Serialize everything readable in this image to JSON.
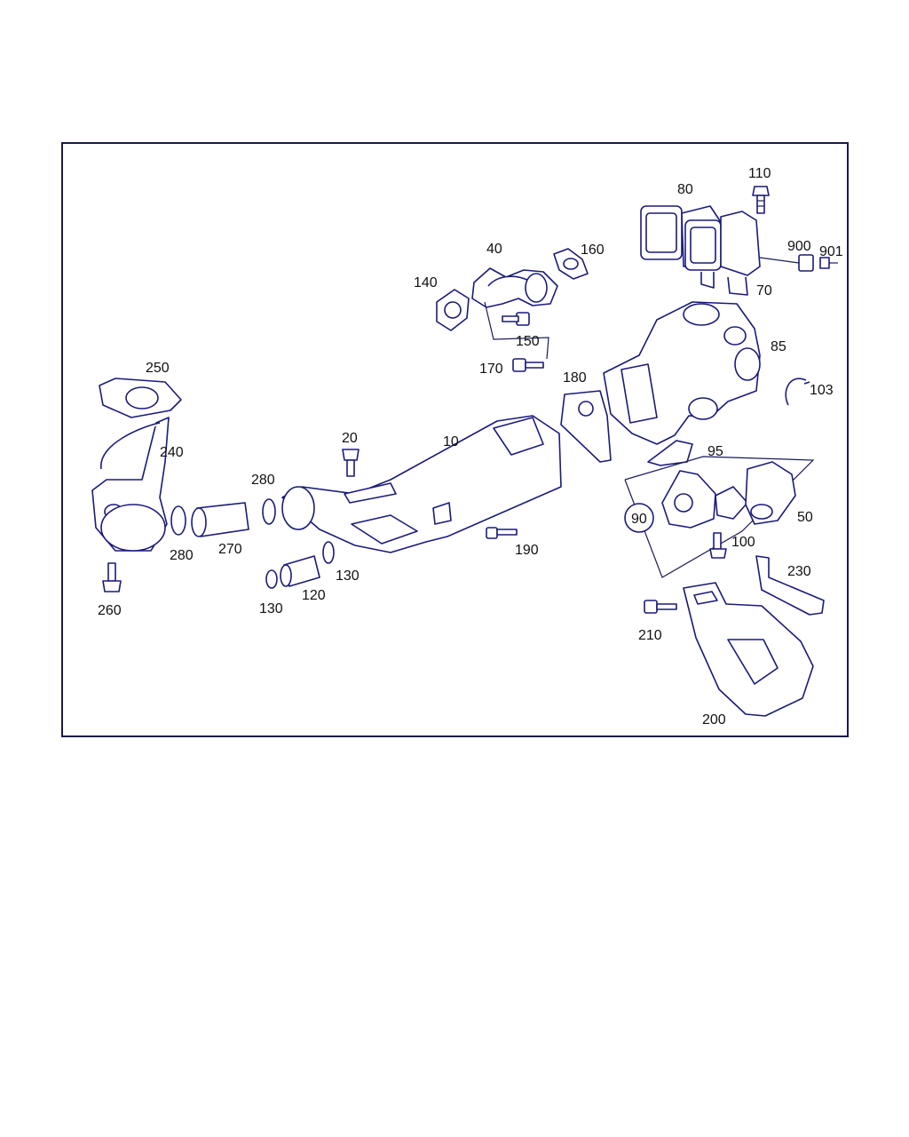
{
  "callouts": [
    {
      "id": "c80",
      "text": "80"
    },
    {
      "id": "c110",
      "text": "110"
    },
    {
      "id": "c900",
      "text": "900"
    },
    {
      "id": "c901",
      "text": "901"
    },
    {
      "id": "c70",
      "text": "70"
    },
    {
      "id": "c40",
      "text": "40"
    },
    {
      "id": "c160",
      "text": "160"
    },
    {
      "id": "c140",
      "text": "140"
    },
    {
      "id": "c150",
      "text": "150"
    },
    {
      "id": "c170",
      "text": "170"
    },
    {
      "id": "c85",
      "text": "85"
    },
    {
      "id": "c103",
      "text": "103"
    },
    {
      "id": "c180",
      "text": "180"
    },
    {
      "id": "c250",
      "text": "250"
    },
    {
      "id": "c240",
      "text": "240"
    },
    {
      "id": "c20",
      "text": "20"
    },
    {
      "id": "c10",
      "text": "10"
    },
    {
      "id": "c95",
      "text": "95"
    },
    {
      "id": "c280a",
      "text": "280"
    },
    {
      "id": "c280b",
      "text": "280"
    },
    {
      "id": "c270",
      "text": "270"
    },
    {
      "id": "c130a",
      "text": "130"
    },
    {
      "id": "c130b",
      "text": "130"
    },
    {
      "id": "c120",
      "text": "120"
    },
    {
      "id": "c260",
      "text": "260"
    },
    {
      "id": "c190",
      "text": "190"
    },
    {
      "id": "c90",
      "text": "90"
    },
    {
      "id": "c50",
      "text": "50"
    },
    {
      "id": "c100",
      "text": "100"
    },
    {
      "id": "c230",
      "text": "230"
    },
    {
      "id": "c210",
      "text": "210"
    },
    {
      "id": "c200",
      "text": "200"
    }
  ],
  "colors": {
    "line": "#1a1a7a",
    "frame": "#1a1a4a",
    "text": "#111111"
  }
}
